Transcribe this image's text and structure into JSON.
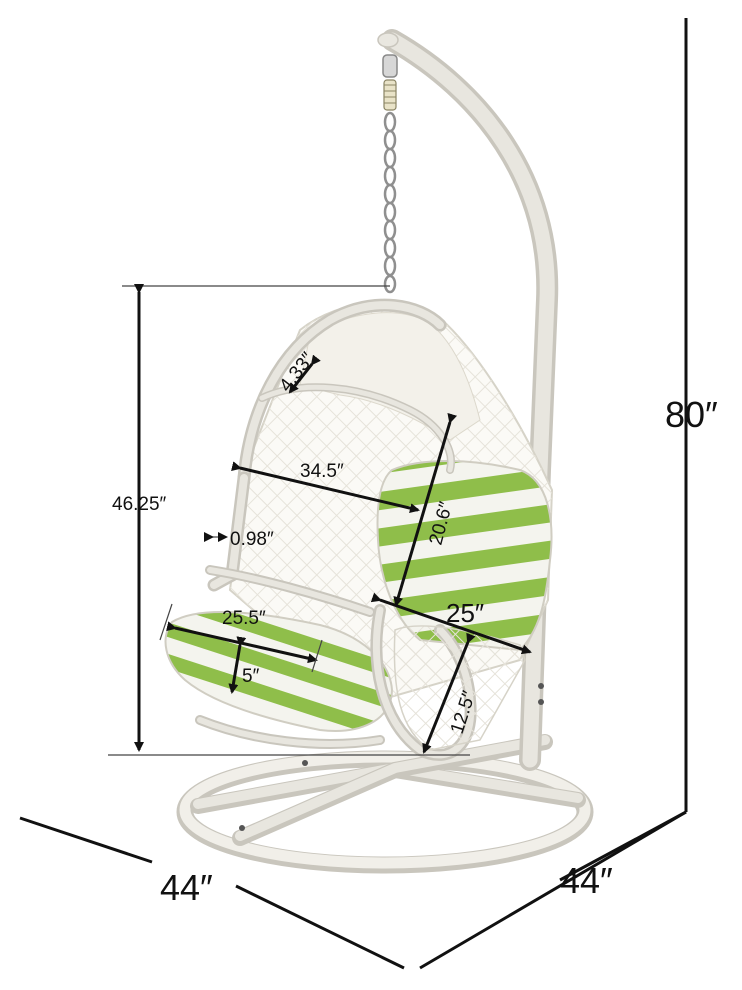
{
  "product": {
    "colors": {
      "frame": "#eeece6",
      "frame_shadow": "#c9c6bd",
      "cushion_green": "#8fbe4a",
      "cushion_white": "#f4f4ee",
      "dimension_ink": "#111111"
    }
  },
  "dimensions": {
    "overall_height": "80″",
    "base_depth": "44″",
    "base_width": "44″",
    "seat_height": "46.25″",
    "inner_width": "34.5″",
    "back_height": "20.6″",
    "seat_width_outer": "25″",
    "seat_width": "25.5″",
    "seat_depth": "5″",
    "leg_height": "12.5″",
    "rim_thickness": "4.33″",
    "tube_diameter": "0.98″"
  }
}
